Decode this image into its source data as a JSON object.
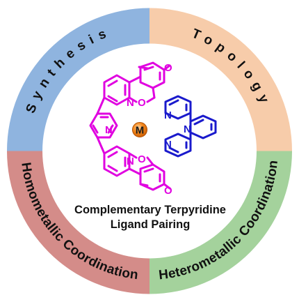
{
  "segments": {
    "synthesis": "Synthesis",
    "topology": "Topology",
    "homometallic": "Homometallic Coordination",
    "heterometallic": "Heterometallic Coordination"
  },
  "colors": {
    "synthesis": "#8fb4df",
    "topology": "#f7ccaa",
    "homometallic": "#d48c89",
    "heterometallic": "#a4d29c",
    "ligand_magenta": "#e000e0",
    "ligand_blue": "#1a1acc",
    "metal": "#f07a10"
  },
  "molecule": {
    "metal_label": "M",
    "atom_n": "N",
    "atom_o": "O"
  },
  "caption": {
    "line1": "Complementary Terpyridine",
    "line2": "Ligand Pairing"
  }
}
